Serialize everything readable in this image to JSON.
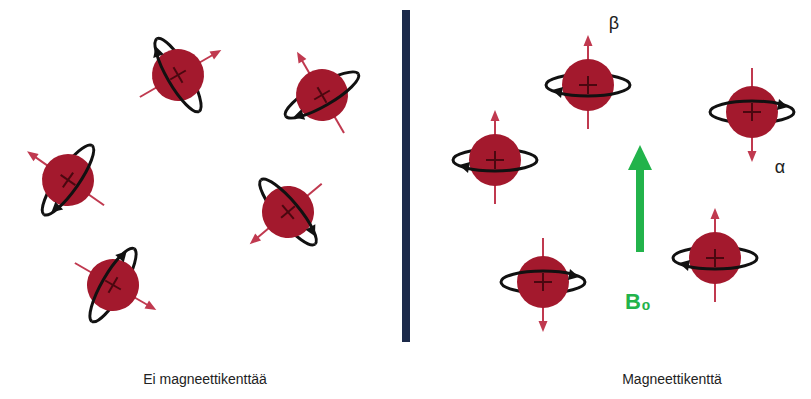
{
  "diagram": {
    "labels": [
      "β",
      "α",
      "B₀",
      "Ei magneettikenttää",
      "Magneettikenttä"
    ]
  }
}
